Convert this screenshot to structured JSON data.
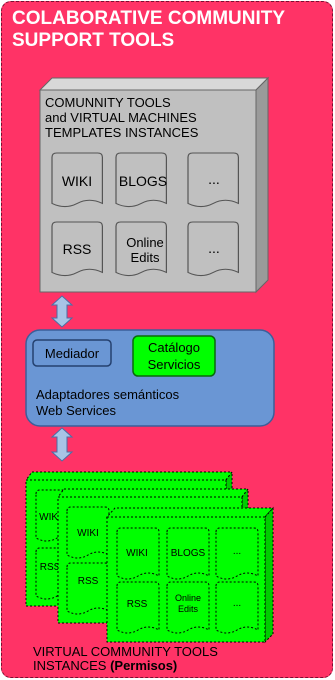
{
  "title": {
    "line1": "COLABORATIVE COMMUNITY",
    "line2": "SUPPORT TOOLS"
  },
  "server": {
    "line1": "COMUNNITY TOOLS",
    "line2": "and VIRTUAL MACHINES",
    "line3": "TEMPLATES INSTANCES",
    "cells": [
      "WIKI",
      "BLOGS",
      "...",
      "RSS",
      "Online Edits",
      "..."
    ]
  },
  "middleware": {
    "mediator": "Mediador",
    "catalog_line1": "Catálogo",
    "catalog_line2": "Servicios",
    "caption_line1": "Adaptadores semánticos",
    "caption_line2": "Web Services"
  },
  "instances": {
    "back_cells": [
      "WIKI",
      "RSS"
    ],
    "mid_cells": [
      "WIKI",
      "RSS"
    ],
    "front_cells": [
      "WIKI",
      "BLOGS",
      "...",
      "RSS",
      "Online Edits",
      "..."
    ]
  },
  "bottom_label": {
    "line1": "VIRTUAL COMMUNITY TOOLS",
    "line2_prefix": "INSTANCES ",
    "line2_bold": "(Permisos)"
  },
  "colors": {
    "panel": "#ff3366",
    "server": "#c0c0c0",
    "box": "#6a96d4",
    "green": "#00ff00",
    "arrow": "#a8c4e6"
  }
}
